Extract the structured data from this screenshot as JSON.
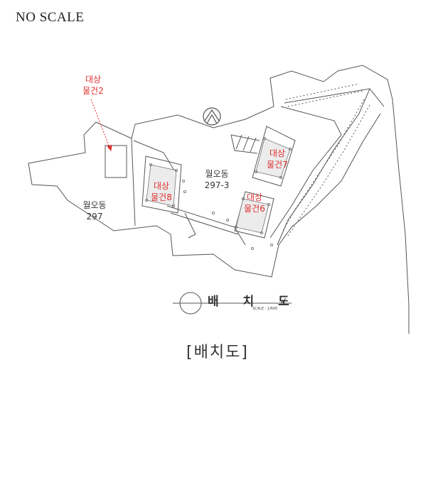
{
  "scale_note": "NO SCALE",
  "targets": [
    {
      "line1": "대상",
      "line2": "물건2"
    },
    {
      "line1": "대상",
      "line2": "물건7"
    },
    {
      "line1": "대상",
      "line2": "물건8"
    },
    {
      "line1": "대상",
      "line2": "물건6"
    }
  ],
  "lots": [
    {
      "line1": "월오동",
      "line2": "297-3"
    },
    {
      "line1": "월오동",
      "line2": "297"
    }
  ],
  "drawing_title": "배 치 도",
  "drawing_scale": "SCALE : 1/600",
  "caption": "[배치도]",
  "colors": {
    "accent": "#e0312f",
    "line": "#555555"
  },
  "icons": [
    "north-arrow-icon"
  ]
}
